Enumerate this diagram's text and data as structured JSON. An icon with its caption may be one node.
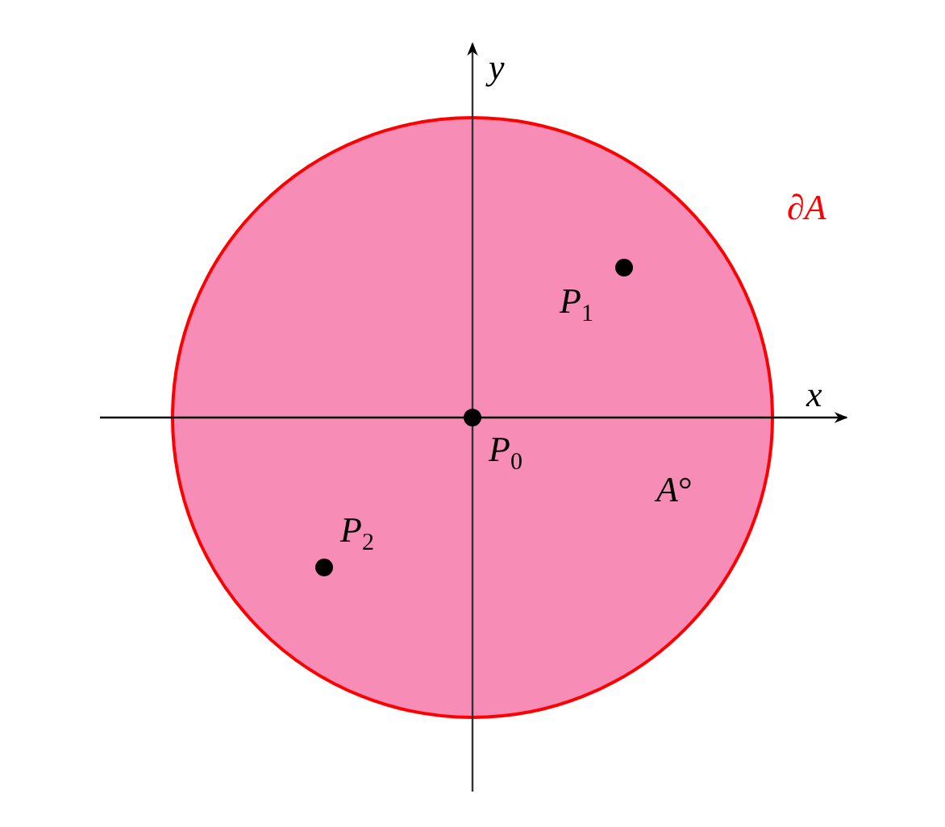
{
  "diagram": {
    "labels": [
      "*y*",
      "∂*A*",
      "*P*$_{1}$",
      "*x*",
      "*P*$_{0}$",
      "*A*°",
      "*P*$_{2}$"
    ]
  }
}
